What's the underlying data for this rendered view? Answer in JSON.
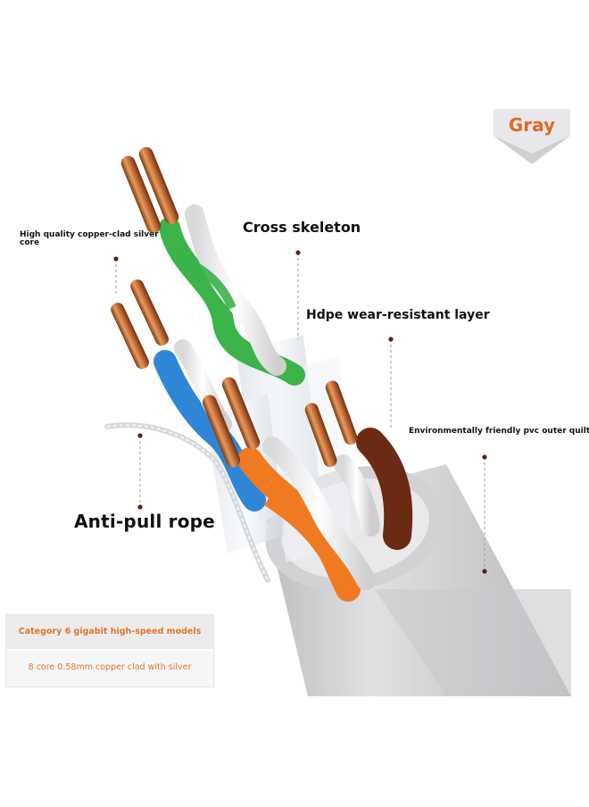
{
  "badge": {
    "color_name": "Gray",
    "accent": "#e06a28"
  },
  "labels": {
    "copper_core": "High quality copper-clad silver core",
    "cross_skeleton": "Cross skeleton",
    "hdpe_layer": "Hdpe wear-resistant layer",
    "pvc_quilt": "Environmentally friendly pvc outer quilt",
    "anti_pull": "Anti-pull rope"
  },
  "info_box": {
    "row1": "Category 6 gigabit high-speed models",
    "row2": "8 core 0.58mm copper clad with silver"
  },
  "palette": {
    "jacket": "#d6d6d8",
    "copper": "#c8703a",
    "green": "#3bb34a",
    "blue": "#2f86d6",
    "orange": "#f07a22",
    "brown": "#6b2a14",
    "leader_dot": "#6b1a14"
  }
}
